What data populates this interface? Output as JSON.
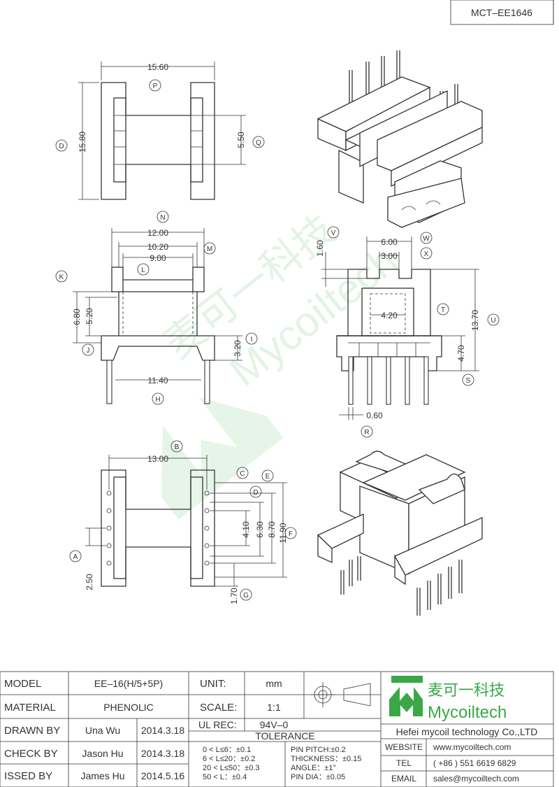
{
  "header": {
    "part_code": "MCT–EE1646"
  },
  "callouts": [
    "P",
    "D",
    "Q",
    "N",
    "M",
    "K",
    "L",
    "J",
    "I",
    "H",
    "V",
    "W",
    "X",
    "T",
    "U",
    "S",
    "R",
    "B",
    "C",
    "E",
    "F",
    "A",
    "G"
  ],
  "dims": {
    "top": {
      "width": "15.60",
      "height": "15.80",
      "slot": "5.50"
    },
    "front": {
      "overall": "12.00",
      "inner": "10.20",
      "core": "9.00",
      "h_total": "6.80",
      "h_window": "5.20",
      "base_h": "3.20",
      "base_w": "11.40"
    },
    "side": {
      "top_w": "6.00",
      "top_gap": "3.00",
      "top_h": "1.60",
      "window": "4.20",
      "height": "13.70",
      "base_h": "4.70",
      "pin_dia": "0.60"
    },
    "bottom": {
      "width": "13.00",
      "p1": "4.10",
      "p2": "6.30",
      "p3": "8.70",
      "p4": "11.90",
      "pitch": "2.50",
      "edge": "1.70"
    }
  },
  "watermark": {
    "cn": "麦可一科技",
    "en": "Mycoiltech"
  },
  "title_block": {
    "model_label": "MODEL",
    "model_value": "EE–16(H/5+5P)",
    "material_label": "MATERIAL",
    "material_value": "PHENOLIC",
    "drawn_label": "DRAWN BY",
    "drawn_name": "Una Wu",
    "drawn_date": "2014.3.18",
    "check_label": "CHECK BY",
    "check_name": "Jason Hu",
    "check_date": "2014.3.18",
    "issued_label": "ISSED BY",
    "issued_name": "James Hu",
    "issued_date": "2014.5.16",
    "unit_label": "UNIT:",
    "unit_value": "mm",
    "scale_label": "SCALE:",
    "scale_value": "1:1",
    "ul_label": "UL REC:",
    "ul_value": "94V–0",
    "tolerance_label": "TOLERANCE",
    "tol_lines": [
      "0 < L≤6：±0.1",
      "6 < L≤20：±0.2",
      "20 < L≤50：±0.3",
      "50 < L：±0.4"
    ],
    "tol_right": [
      "PIN PITCH:±0.2",
      "THICKNESS：±0.15",
      "ANGLE：±1°",
      "PIN DIA：±0.05"
    ],
    "logo_cn": "麦可一科技",
    "logo_en": "Mycoiltech",
    "company": "Hefei mycoil technology Co.,LTD",
    "website_label": "WEBSITE",
    "website_value": "www.mycoiltech.com",
    "tel_label": "TEL",
    "tel_value": "( +86 ) 551 6619 6829",
    "email_label": "EMAIL",
    "email_value": "sales@mycoiltech.com",
    "brand_green": "#3aa847"
  }
}
